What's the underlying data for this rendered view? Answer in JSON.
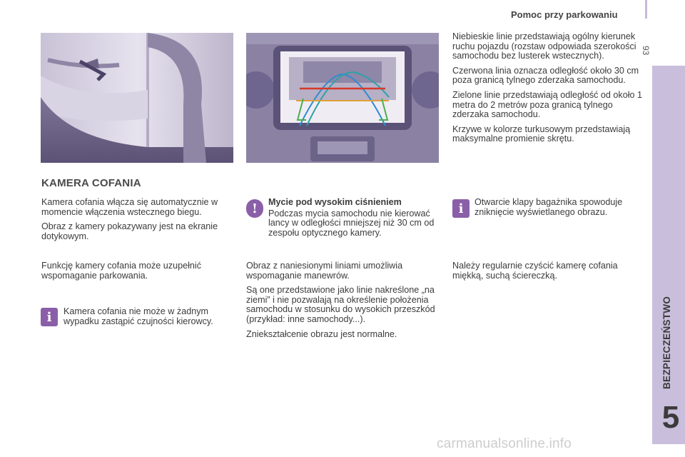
{
  "header": {
    "title": "Pomoc przy parkowaniu",
    "page_number": "93"
  },
  "side_tab": {
    "section_label": "BEZPIECZEŃSTWO",
    "chapter_number": "5"
  },
  "section_heading": "KAMERA COFANIA",
  "col1": {
    "p1": "Kamera cofania włącza się automatycznie w momencie włączenia wstecznego biegu.",
    "p2": "Obraz z kamery pokazywany jest na ekranie dotykowym.",
    "p3": "Funkcję kamery cofania może uzupełnić wspomaganie parkowania.",
    "note": "Kamera cofania nie może w żadnym wypadku zastąpić czujności kierowcy."
  },
  "col2": {
    "warning_title": "Mycie pod wysokim ciśnieniem",
    "warning_text": "Podczas mycia samochodu nie kierować lancy w odległości mniejszej niż 30 cm od zespołu optycznego kamery.",
    "p1": "Obraz z naniesionymi liniami umożliwia wspomaganie manewrów.",
    "p2": "Są one przedstawione jako linie nakreślone „na ziemi” i nie pozwalają na określenie położenia samochodu w stosunku do wysokich przeszkód (przykład: inne samochody...).",
    "p3": "Zniekształcenie obrazu jest normalne."
  },
  "col3": {
    "p1": "Niebieskie linie przedstawiają ogólny kierunek ruchu pojazdu (rozstaw odpowiada szerokości samochodu bez lusterek wstecznych).",
    "p2": "Czerwona linia oznacza odległość około 30 cm poza granicą tylnego zderzaka samochodu.",
    "p3": "Zielone linie przedstawiają odległość od około 1 metra do 2 metrów poza granicą tylnego zderzaka samochodu.",
    "p4": "Krzywe w kolorze turkusowym przedstawiają maksymalne promienie skrętu.",
    "note": "Otwarcie klapy bagażnika spowoduje zniknięcie wyświetlanego obrazu.",
    "p5": "Należy regularnie czyścić kamerę cofania miękką, suchą ściereczką."
  },
  "watermark": "carmanualsonline.info",
  "icons": {
    "info": "i",
    "warning": "!"
  },
  "colors": {
    "accent": "#8a5fa8",
    "tab": "#c9bedc"
  }
}
